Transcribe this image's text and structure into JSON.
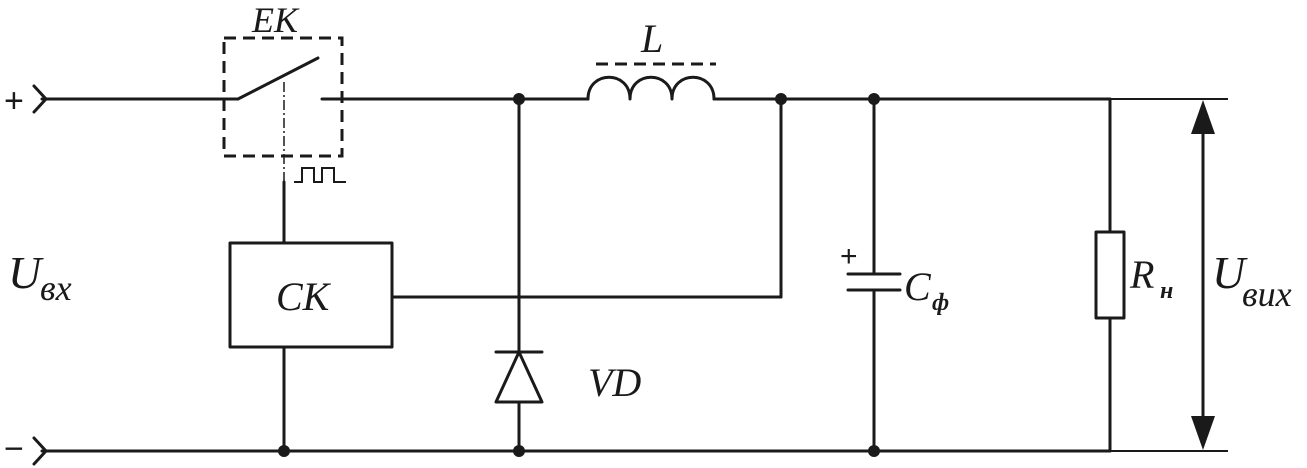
{
  "labels": {
    "plus_terminal": "+",
    "minus_terminal": "−",
    "switch": "ЕК",
    "inductor": "L",
    "control_block": "СК",
    "diode": "VD",
    "capacitor_main": "C",
    "capacitor_sub": "ф",
    "capacitor_polarity": "+",
    "resistor_main": "R",
    "resistor_sub": "н",
    "input_voltage_main": "U",
    "input_voltage_sub": "вх",
    "output_voltage_main": "U",
    "output_voltage_sub": "вих"
  }
}
